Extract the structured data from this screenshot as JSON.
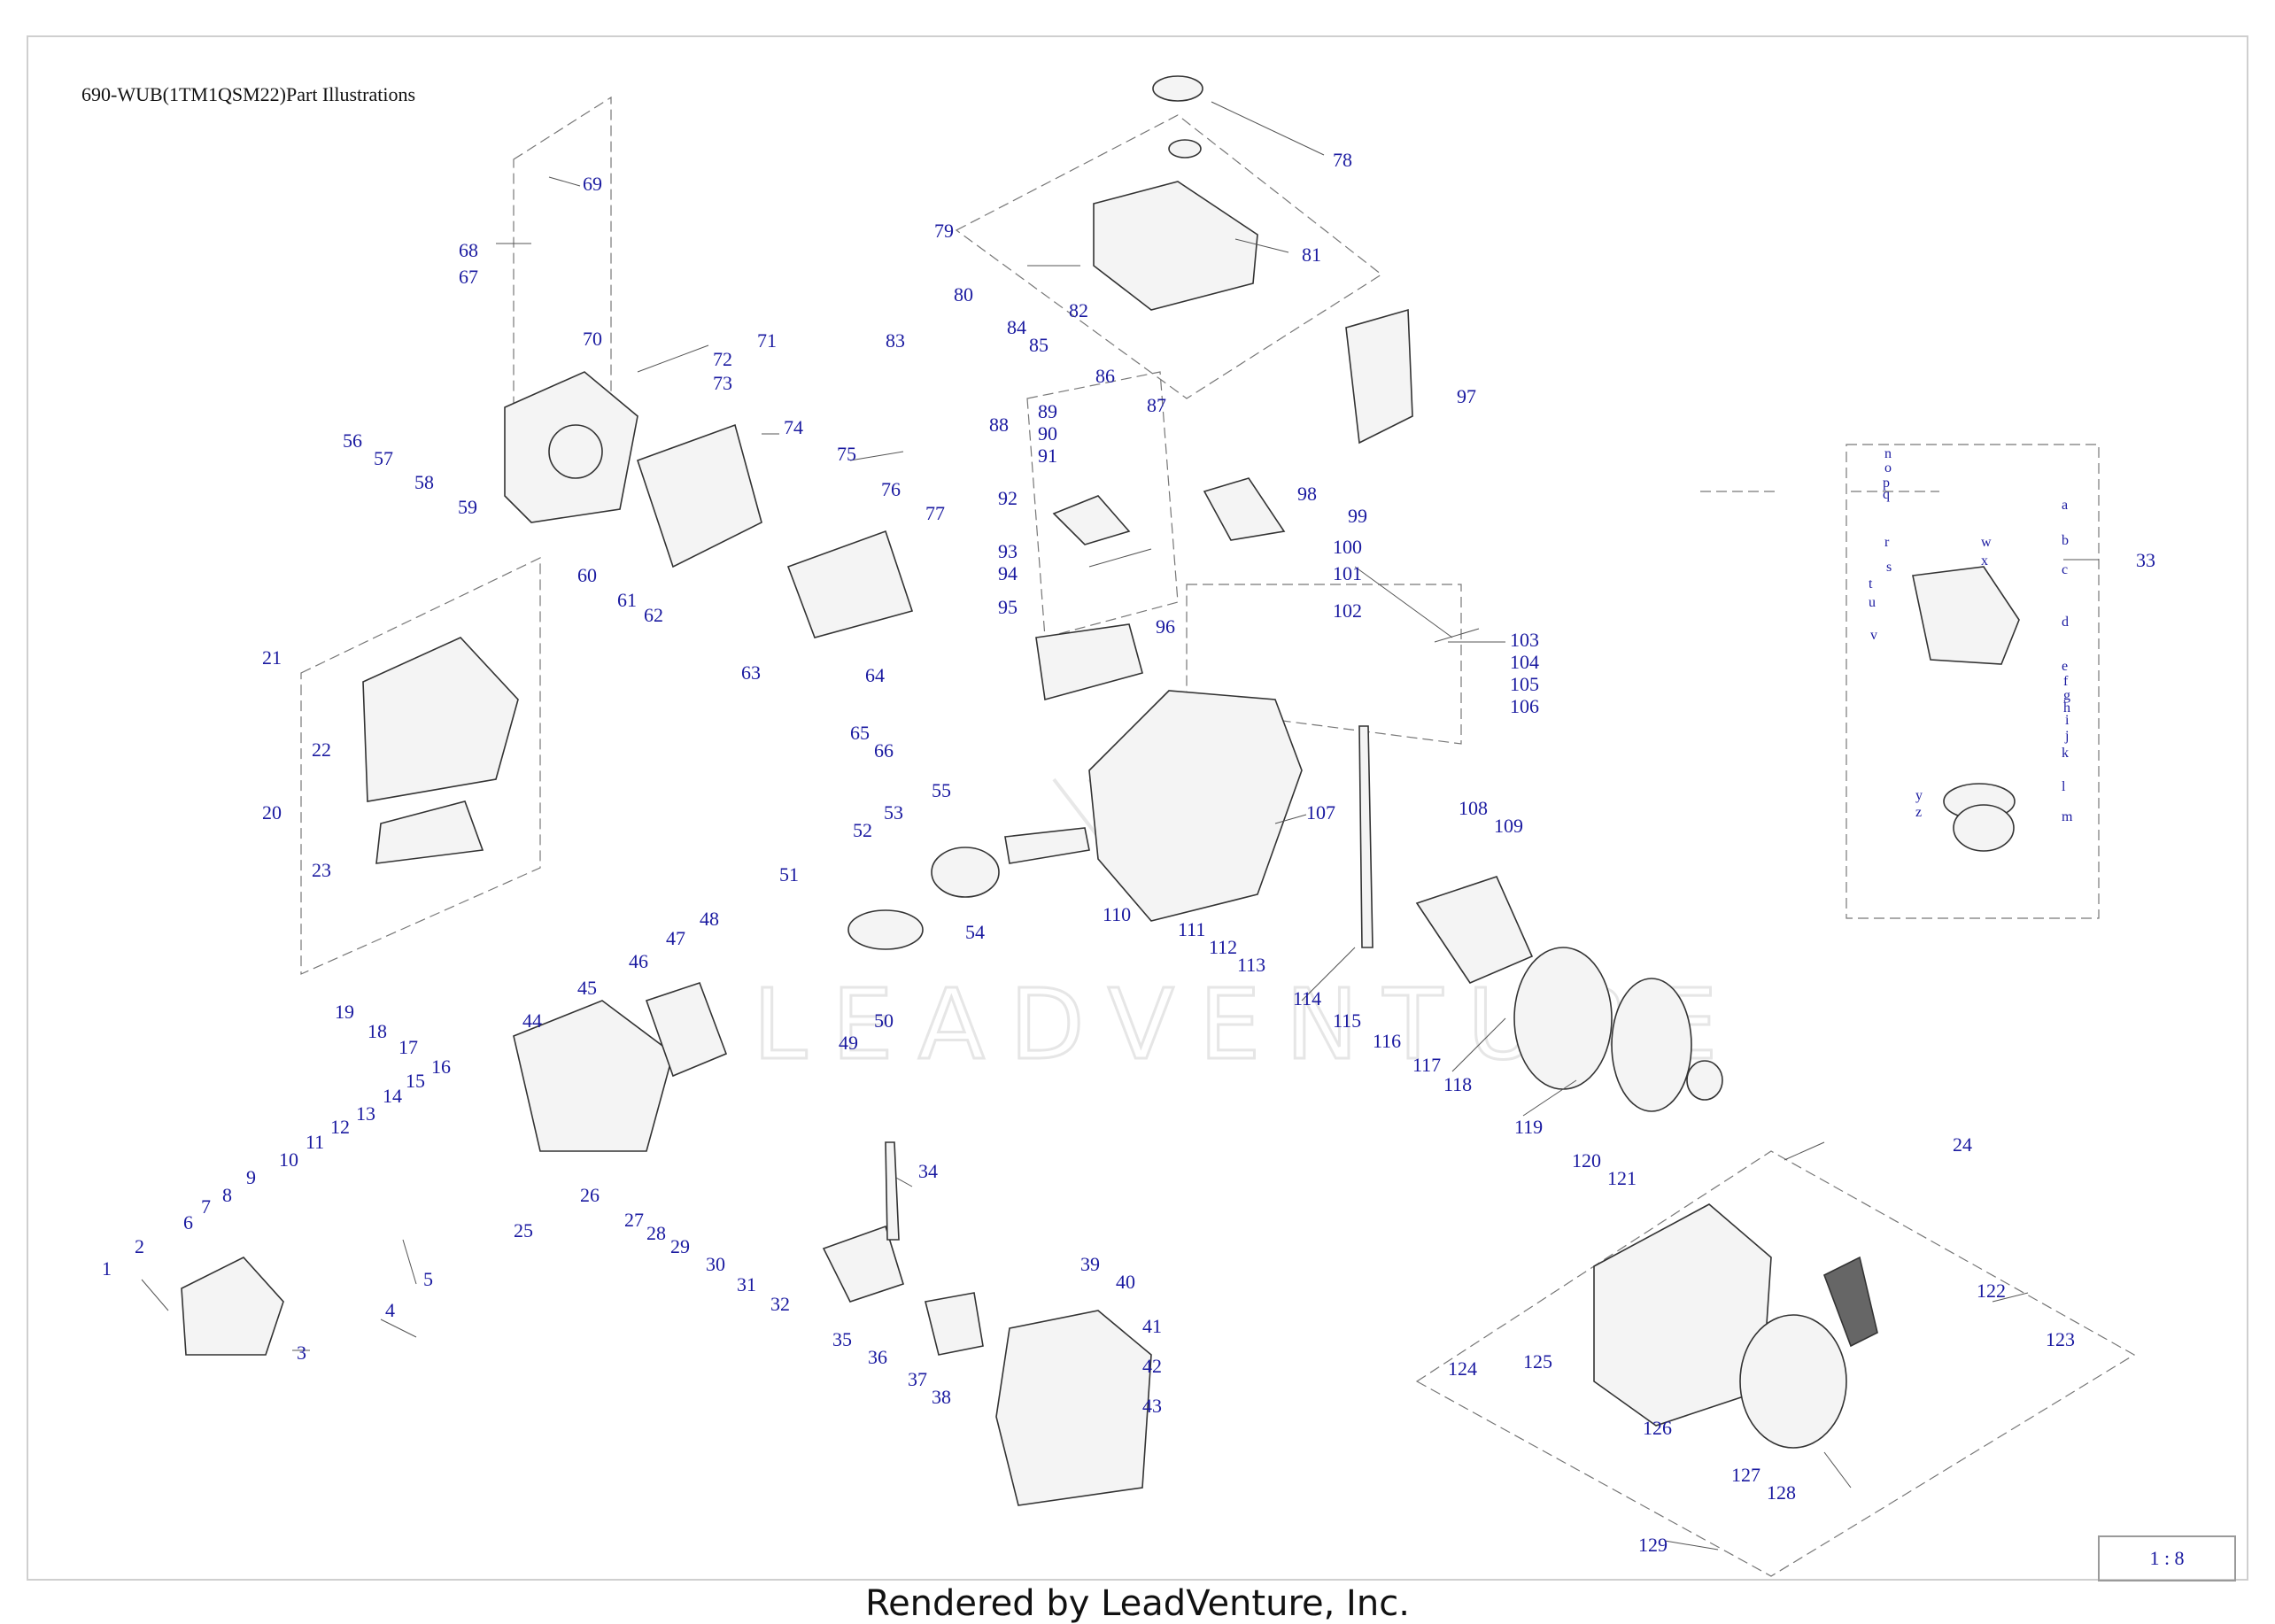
{
  "title": "690-WUB(1TM1QSM22)Part Illustrations",
  "scale": "1 : 8",
  "footer": "Rendered by LeadVenture, Inc.",
  "watermark": "LEADVENTURE",
  "callouts": [
    "1",
    "2",
    "3",
    "4",
    "5",
    "6",
    "7",
    "8",
    "9",
    "10",
    "11",
    "12",
    "13",
    "14",
    "15",
    "16",
    "17",
    "18",
    "19",
    "20",
    "21",
    "22",
    "23",
    "24",
    "25",
    "26",
    "27",
    "28",
    "29",
    "30",
    "31",
    "32",
    "33",
    "34",
    "35",
    "36",
    "37",
    "38",
    "39",
    "40",
    "41",
    "42",
    "43",
    "44",
    "45",
    "46",
    "47",
    "48",
    "49",
    "50",
    "51",
    "52",
    "53",
    "54",
    "55",
    "56",
    "57",
    "58",
    "59",
    "60",
    "61",
    "62",
    "63",
    "64",
    "65",
    "66",
    "67",
    "68",
    "69",
    "70",
    "71",
    "72",
    "73",
    "74",
    "75",
    "76",
    "77",
    "78",
    "79",
    "80",
    "81",
    "82",
    "83",
    "84",
    "85",
    "86",
    "87",
    "88",
    "89",
    "90",
    "91",
    "92",
    "93",
    "94",
    "95",
    "96",
    "97",
    "98",
    "99",
    "100",
    "101",
    "102",
    "103",
    "104",
    "105",
    "106",
    "107",
    "108",
    "109",
    "110",
    "111",
    "112",
    "113",
    "114",
    "115",
    "116",
    "117",
    "118",
    "119",
    "120",
    "121",
    "122",
    "123",
    "124",
    "125",
    "126",
    "127",
    "128",
    "129"
  ],
  "carburetor_letters": [
    "a",
    "b",
    "c",
    "d",
    "e",
    "f",
    "g",
    "h",
    "i",
    "j",
    "k",
    "l",
    "m",
    "n",
    "o",
    "p",
    "q",
    "r",
    "s",
    "t",
    "u",
    "v",
    "w",
    "x",
    "y",
    "z"
  ]
}
